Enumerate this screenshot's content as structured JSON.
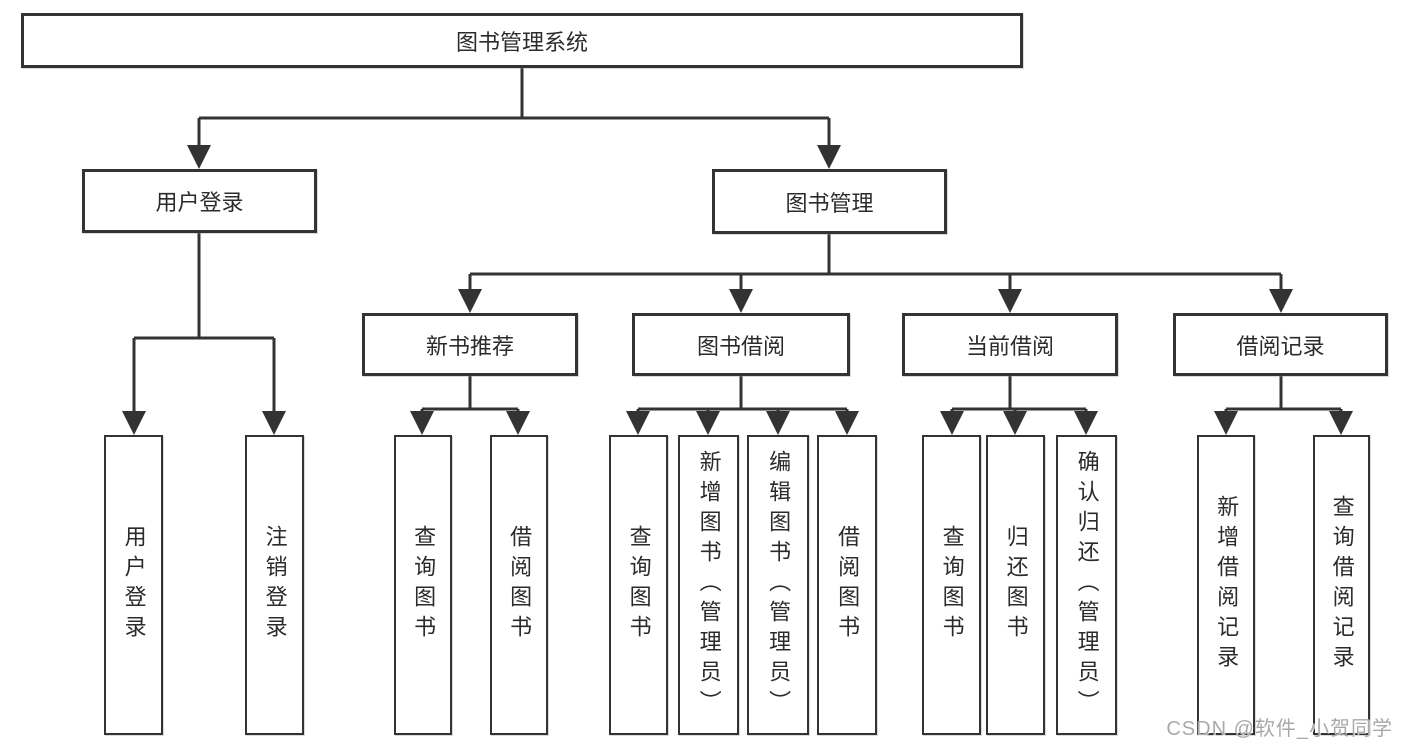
{
  "diagram": {
    "nodes": {
      "root": {
        "label": "图书管理系统"
      },
      "user_login": {
        "label": "用户登录"
      },
      "book_mgmt": {
        "label": "图书管理"
      },
      "new_book_rec": {
        "label": "新书推荐"
      },
      "book_borrow": {
        "label": "图书借阅"
      },
      "current_borrow": {
        "label": "当前借阅"
      },
      "borrow_records": {
        "label": "借阅记录"
      },
      "leaf_user_login": {
        "label": "用户登录"
      },
      "leaf_logout": {
        "label": "注销登录"
      },
      "leaf_query_books_1": {
        "label": "查询图书"
      },
      "leaf_borrow_books_1": {
        "label": "借阅图书"
      },
      "leaf_query_books_2": {
        "label": "查询图书"
      },
      "leaf_add_books": {
        "label": "新增图书（管理员）"
      },
      "leaf_edit_books": {
        "label": "编辑图书（管理员）"
      },
      "leaf_borrow_books_2": {
        "label": "借阅图书"
      },
      "leaf_query_books_3": {
        "label": "查询图书"
      },
      "leaf_return_books": {
        "label": "归还图书"
      },
      "leaf_confirm_return": {
        "label": "确认归还（管理员）"
      },
      "leaf_add_borrow_record": {
        "label": "新增借阅记录"
      },
      "leaf_query_borrow_record": {
        "label": "查询借阅记录"
      }
    }
  },
  "watermark": {
    "text": "CSDN @软件_小贺同学"
  },
  "colors": {
    "line": "#333333",
    "box_border": "#333333",
    "box_fill": "#ffffff",
    "text": "#2b2b2b",
    "watermark": "#a9a9a9",
    "background": "#ffffff"
  }
}
